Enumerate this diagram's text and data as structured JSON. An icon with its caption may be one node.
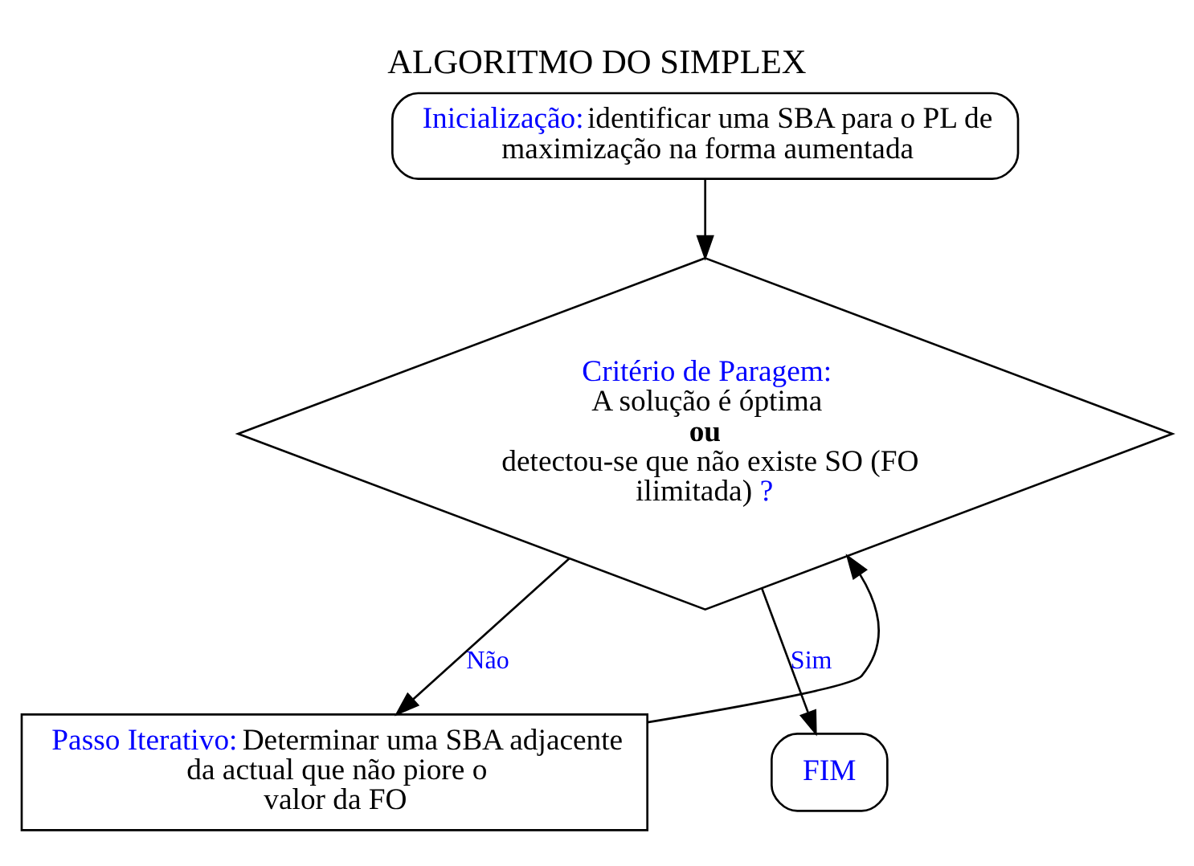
{
  "diagram": {
    "title": "ALGORITMO DO SIMPLEX",
    "nodes": [
      {
        "text": [
          "Inicialização:",
          "identificar uma SBA para o PL de maximização na forma aumentada"
        ]
      },
      {
        "text": [
          "Critério de Paragem:",
          "A solução é óptima",
          "ou",
          "detectou-se que não existe SO (FO ilimitada)",
          "?"
        ]
      },
      {
        "text": [
          "Passo Iterativo:",
          "Determinar uma SBA adjacente da actual que não piore o valor da FO"
        ]
      },
      {
        "text": [
          "FIM"
        ]
      }
    ],
    "edges": [
      {
        "from": 0,
        "to": 1,
        "arrow": "to"
      },
      {
        "from": 1,
        "to": 2,
        "arrow": "to",
        "label": "Não"
      },
      {
        "from": 1,
        "to": 3,
        "arrow": "to",
        "label": "Sim"
      },
      {
        "from": 2,
        "to": 1,
        "arrow": "to"
      }
    ]
  }
}
